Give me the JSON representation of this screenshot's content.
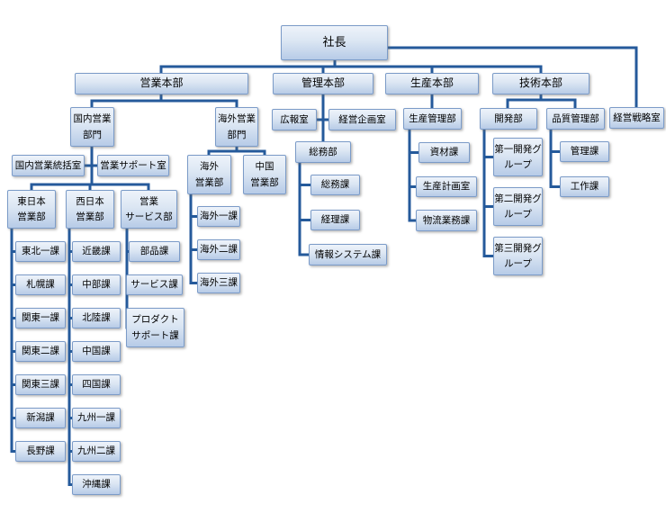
{
  "diagram_type": "org-chart",
  "root_label": "社長",
  "colors": {
    "box_fill_top": "#eef3fa",
    "box_fill_bottom": "#b7cbe7",
    "box_border": "#7b9bc8",
    "connector": "#255a9b",
    "text": "#000000",
    "background": "#ffffff"
  },
  "org_nodes": [
    {
      "id": "shacho",
      "lines": [
        "社長"
      ],
      "parent": null
    },
    {
      "id": "eigyo-honbu",
      "lines": [
        "営業本部"
      ],
      "parent": "shacho"
    },
    {
      "id": "kanri-honbu",
      "lines": [
        "管理本部"
      ],
      "parent": "shacho"
    },
    {
      "id": "seisan-honbu",
      "lines": [
        "生産本部"
      ],
      "parent": "shacho"
    },
    {
      "id": "gijutsu-honbu",
      "lines": [
        "技術本部"
      ],
      "parent": "shacho"
    },
    {
      "id": "keiei-senryaku-shitsu",
      "lines": [
        "経営戦略室"
      ],
      "parent": "shacho"
    },
    {
      "id": "kokunai-eigyo-bumon",
      "lines": [
        "国内営業",
        "部門"
      ],
      "parent": "eigyo-honbu"
    },
    {
      "id": "kaigai-eigyo-bumon",
      "lines": [
        "海外営業",
        "部門"
      ],
      "parent": "eigyo-honbu"
    },
    {
      "id": "kokunai-eigyo-tokatsu-shitsu",
      "lines": [
        "国内営業統括室"
      ],
      "parent": "kokunai-eigyo-bumon"
    },
    {
      "id": "eigyo-support-shitsu",
      "lines": [
        "営業サポート室"
      ],
      "parent": "kokunai-eigyo-bumon"
    },
    {
      "id": "higashi-nihon-eigyobu",
      "lines": [
        "東日本",
        "営業部"
      ],
      "parent": "kokunai-eigyo-bumon"
    },
    {
      "id": "nishi-nihon-eigyobu",
      "lines": [
        "西日本",
        "営業部"
      ],
      "parent": "kokunai-eigyo-bumon"
    },
    {
      "id": "eigyo-service-bu",
      "lines": [
        "営業",
        "サービス部"
      ],
      "parent": "kokunai-eigyo-bumon"
    },
    {
      "id": "tohoku-1-ka",
      "lines": [
        "東北一課"
      ],
      "parent": "higashi-nihon-eigyobu"
    },
    {
      "id": "sapporo-ka",
      "lines": [
        "札幌課"
      ],
      "parent": "higashi-nihon-eigyobu"
    },
    {
      "id": "kanto-1-ka",
      "lines": [
        "関東一課"
      ],
      "parent": "higashi-nihon-eigyobu"
    },
    {
      "id": "kanto-2-ka",
      "lines": [
        "関東二課"
      ],
      "parent": "higashi-nihon-eigyobu"
    },
    {
      "id": "kanto-3-ka",
      "lines": [
        "関東三課"
      ],
      "parent": "higashi-nihon-eigyobu"
    },
    {
      "id": "niigata-ka",
      "lines": [
        "新潟課"
      ],
      "parent": "higashi-nihon-eigyobu"
    },
    {
      "id": "nagano-ka",
      "lines": [
        "長野課"
      ],
      "parent": "higashi-nihon-eigyobu"
    },
    {
      "id": "kinki-ka",
      "lines": [
        "近畿課"
      ],
      "parent": "nishi-nihon-eigyobu"
    },
    {
      "id": "chubu-ka",
      "lines": [
        "中部課"
      ],
      "parent": "nishi-nihon-eigyobu"
    },
    {
      "id": "hokuriku-ka",
      "lines": [
        "北陸課"
      ],
      "parent": "nishi-nihon-eigyobu"
    },
    {
      "id": "chugoku-ka",
      "lines": [
        "中国課"
      ],
      "parent": "nishi-nihon-eigyobu"
    },
    {
      "id": "shikoku-ka",
      "lines": [
        "四国課"
      ],
      "parent": "nishi-nihon-eigyobu"
    },
    {
      "id": "kyushu-1-ka",
      "lines": [
        "九州一課"
      ],
      "parent": "nishi-nihon-eigyobu"
    },
    {
      "id": "kyushu-2-ka",
      "lines": [
        "九州二課"
      ],
      "parent": "nishi-nihon-eigyobu"
    },
    {
      "id": "okinawa-ka",
      "lines": [
        "沖縄課"
      ],
      "parent": "nishi-nihon-eigyobu"
    },
    {
      "id": "buhin-ka",
      "lines": [
        "部品課"
      ],
      "parent": "eigyo-service-bu"
    },
    {
      "id": "service-ka",
      "lines": [
        "サービス課"
      ],
      "parent": "eigyo-service-bu"
    },
    {
      "id": "product-support-ka",
      "lines": [
        "プロダクト",
        "サポート課"
      ],
      "parent": "eigyo-service-bu"
    },
    {
      "id": "kaigai-eigyobu",
      "lines": [
        "海外",
        "営業部"
      ],
      "parent": "kaigai-eigyo-bumon"
    },
    {
      "id": "chugoku-eigyobu",
      "lines": [
        "中国",
        "営業部"
      ],
      "parent": "kaigai-eigyo-bumon"
    },
    {
      "id": "kaigai-1-ka",
      "lines": [
        "海外一課"
      ],
      "parent": "kaigai-eigyobu"
    },
    {
      "id": "kaigai-2-ka",
      "lines": [
        "海外二課"
      ],
      "parent": "kaigai-eigyobu"
    },
    {
      "id": "kaigai-3-ka",
      "lines": [
        "海外三課"
      ],
      "parent": "kaigai-eigyobu"
    },
    {
      "id": "koho-shitsu",
      "lines": [
        "広報室"
      ],
      "parent": "kanri-honbu"
    },
    {
      "id": "keiei-kikaku-shitsu",
      "lines": [
        "経営企画室"
      ],
      "parent": "kanri-honbu"
    },
    {
      "id": "somu-bu",
      "lines": [
        "総務部"
      ],
      "parent": "kanri-honbu"
    },
    {
      "id": "somu-ka",
      "lines": [
        "総務課"
      ],
      "parent": "somu-bu"
    },
    {
      "id": "keiri-ka",
      "lines": [
        "経理課"
      ],
      "parent": "somu-bu"
    },
    {
      "id": "joho-system-ka",
      "lines": [
        "情報システム課"
      ],
      "parent": "somu-bu"
    },
    {
      "id": "seisan-kanri-bu",
      "lines": [
        "生産管理部"
      ],
      "parent": "seisan-honbu"
    },
    {
      "id": "shizai-ka",
      "lines": [
        "資材課"
      ],
      "parent": "seisan-kanri-bu"
    },
    {
      "id": "seisan-keikaku-shitsu",
      "lines": [
        "生産計画室"
      ],
      "parent": "seisan-kanri-bu"
    },
    {
      "id": "butsuryu-gyomu-ka",
      "lines": [
        "物流業務課"
      ],
      "parent": "seisan-kanri-bu"
    },
    {
      "id": "kaihatsu-bu",
      "lines": [
        "開発部"
      ],
      "parent": "gijutsu-honbu"
    },
    {
      "id": "hinshitsu-kanri-bu",
      "lines": [
        "品質管理部"
      ],
      "parent": "gijutsu-honbu"
    },
    {
      "id": "dai-1-kaihatsu-group",
      "lines": [
        "第一開発グ",
        "ループ"
      ],
      "parent": "kaihatsu-bu"
    },
    {
      "id": "dai-2-kaihatsu-group",
      "lines": [
        "第二開発グ",
        "ループ"
      ],
      "parent": "kaihatsu-bu"
    },
    {
      "id": "dai-3-kaihatsu-group",
      "lines": [
        "第三開発グ",
        "ループ"
      ],
      "parent": "kaihatsu-bu"
    },
    {
      "id": "kanri-ka",
      "lines": [
        "管理課"
      ],
      "parent": "hinshitsu-kanri-bu"
    },
    {
      "id": "kosaku-ka",
      "lines": [
        "工作課"
      ],
      "parent": "hinshitsu-kanri-bu"
    }
  ]
}
